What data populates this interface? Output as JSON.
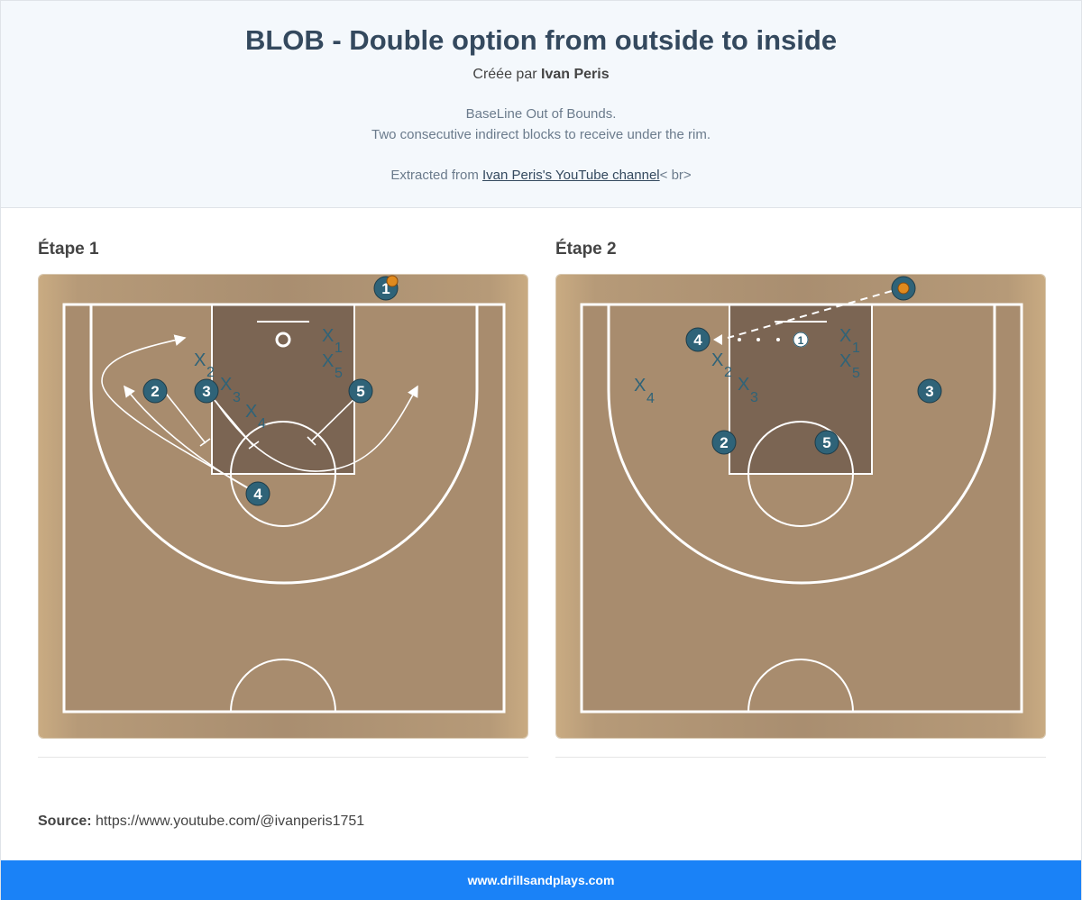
{
  "header": {
    "title": "BLOB - Double option from outside to inside",
    "author_prefix": "Créée par",
    "author_name": "Ivan Peris",
    "description_line1": "BaseLine Out of Bounds.",
    "description_line2": "Two consecutive indirect blocks to receive under the rim.",
    "extract_prefix": "Extracted from",
    "extract_link": "Ivan Peris's YouTube channel",
    "extract_suffix": "< br>"
  },
  "steps": [
    {
      "title": "Étape 1"
    },
    {
      "title": "Étape 2"
    }
  ],
  "players": {
    "p1": "1",
    "p2": "2",
    "p3": "3",
    "p4": "4",
    "p5": "5"
  },
  "defenders": {
    "x_letter": "X",
    "d1": "1",
    "d2": "2",
    "d3": "3",
    "d4": "4",
    "d5": "5"
  },
  "colors": {
    "player_fill": "#2f6378",
    "defender": "#2f6378",
    "footer": "#1a82f7",
    "paint": "#7b6553"
  },
  "source": {
    "label": "Source:",
    "url": "https://www.youtube.com/@ivanperis1751"
  },
  "footer": {
    "text": "www.drillsandplays.com"
  }
}
